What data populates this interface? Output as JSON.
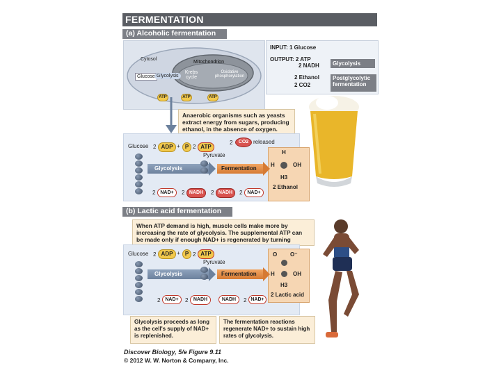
{
  "title": "FERMENTATION",
  "section_a": {
    "heading": "(a) Alcoholic fermentation",
    "cell": {
      "cytosol": "Cytosol",
      "mitochondrion": "Mitochondrion",
      "glucose": "Glucose",
      "glycolysis": "Glycolysis",
      "krebs": "Krebs cycle",
      "oxphos": "Oxidative phosphorylation",
      "atp": "ATP"
    },
    "io": {
      "input": "INPUT: 1 Glucose",
      "output1": "OUTPUT: 2 ATP",
      "output2": "2 NADH",
      "output3": "2 Ethanol",
      "output4": "2 CO2",
      "tag_glycolysis": "Glycolysis",
      "tag_post1": "Postglycolytic",
      "tag_post2": "fermentation"
    },
    "callout": "Anaerobic organisms such as yeasts extract energy from sugars, producing ethanol, in the absence of oxygen.",
    "pathway": {
      "glucose": "Glucose",
      "two": "2",
      "adp": "ADP",
      "plus": "+",
      "p": "P",
      "atp": "ATP",
      "pyruvate": "Pyruvate",
      "co2": "CO2",
      "released": "released",
      "glycolysis": "Glycolysis",
      "fermentation": "Fermentation",
      "nad": "NAD+",
      "nadh": "NADH",
      "product": "2 Ethanol",
      "h": "H",
      "oh": "OH",
      "c": "C",
      "h3": "H3"
    }
  },
  "section_b": {
    "heading": "(b) Lactic acid fermentation",
    "callout": "When ATP demand is high, muscle cells make more by increasing the rate of glycolysis. The supplemental ATP can be made only if enough NAD+ is regenerated by turning pyruvate to lactic acid.",
    "pathway": {
      "glucose": "Glucose",
      "two": "2",
      "adp": "ADP",
      "plus": "+",
      "p": "P",
      "atp": "ATP",
      "pyruvate": "Pyruvate",
      "glycolysis": "Glycolysis",
      "fermentation": "Fermentation",
      "nad": "NAD+",
      "nadh": "NADH",
      "product": "2 Lactic acid",
      "o_top": "O",
      "o_minus": "O⁻",
      "h": "H",
      "oh": "OH",
      "c": "C",
      "h3": "H3"
    },
    "note_left": "Glycolysis proceeds as long as the cell's supply of NAD+ is replenished.",
    "note_right": "The fermentation reactions regenerate NAD+ to sustain high rates of glycolysis."
  },
  "credit": {
    "line1": "Discover Biology, 5/e  Figure 9.11",
    "line2": "© 2012 W. W. Norton & Company, Inc."
  },
  "colors": {
    "header_gray": "#5a5d63",
    "panel_blue": "#e3eaf4",
    "atp_yellow": "#f2c94c",
    "nadh_red": "#d9534f",
    "fermentation_orange": "#e08a45"
  }
}
